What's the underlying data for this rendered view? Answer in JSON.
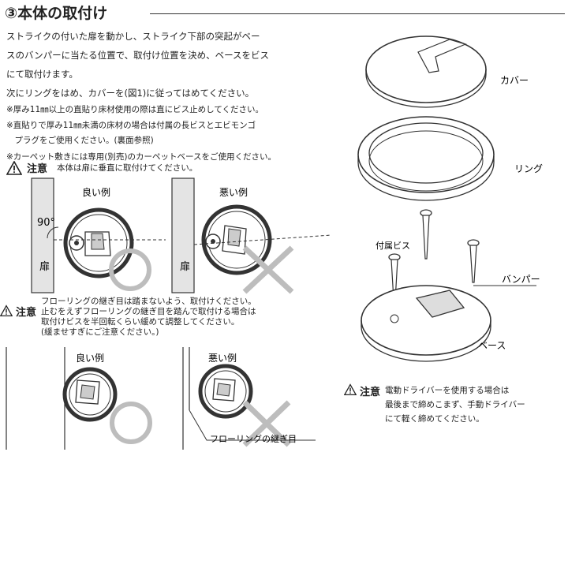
{
  "heading": "③本体の取付け",
  "instructions": {
    "p1": [
      "ストライクの付いた扉を動かし、ストライク下部の突起がベー",
      "スのバンパーに当たる位置で、取付け位置を決め、ベースをビス",
      "にて取付けます。"
    ],
    "p2": "次にリングをはめ、カバーを(図1)に従ってはめてください。",
    "notes": [
      "※厚み11㎜以上の直貼り床材使用の際は直にビス止めしてください。",
      "※直貼りで厚み11㎜未満の床材の場合は付属の長ビスとエビモンゴ",
      "　プラグをご使用ください。(裏面参照)",
      "※カーペット敷きには専用(別売)のカーペットベースをご使用ください。"
    ]
  },
  "caution1": {
    "title": "注意",
    "text": "本体は扉に垂直に取付けてください。"
  },
  "figure1": {
    "good": "良い例",
    "bad": "悪い例",
    "angle": "90°",
    "door": "扉",
    "door2": "扉"
  },
  "caution2": {
    "title": "注意",
    "lines": [
      "フローリングの継ぎ目は踏まないよう、取付けください。",
      "止むをえずフローリングの継ぎ目を踏んで取付ける場合は",
      "取付けビスを半回転くらい緩めて調整してください。",
      "(緩ませすぎにご注意ください。)"
    ]
  },
  "figure2": {
    "good": "良い例",
    "bad": "悪い例",
    "seam": "フローリングの継ぎ目"
  },
  "parts": {
    "cover": "カバー",
    "ring": "リング",
    "screw": "付属ビス",
    "bumper": "バンパー",
    "base": "ベース"
  },
  "caution3": {
    "title": "注意",
    "lines": [
      "電動ドライバーを使用する場合は",
      "最後まで締めこまず、手動ドライバー",
      "にて軽く締めてください。"
    ]
  },
  "colors": {
    "text": "#222222",
    "ok_mark": "#bdbdbd",
    "ng_mark": "#bdbdbd",
    "door_fill": "#e4e4e4",
    "line": "#333333"
  }
}
